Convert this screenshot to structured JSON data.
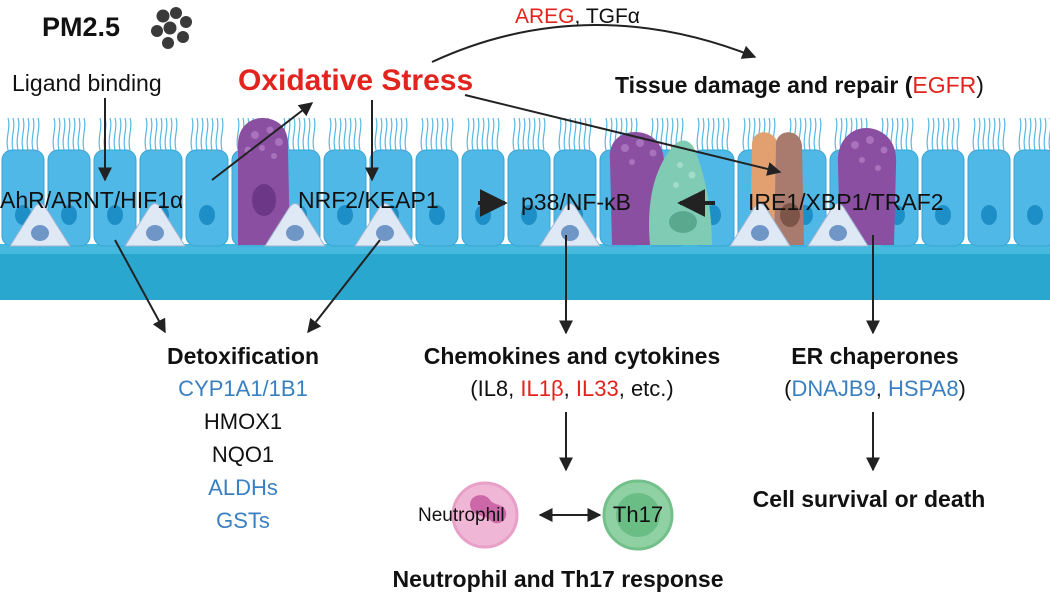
{
  "pm25": {
    "label": "PM2.5",
    "particles_icon": "particle-cluster-icon"
  },
  "ligand_binding": "Ligand binding",
  "oxidative_stress": "Oxidative Stress",
  "areg_tgfa": {
    "areg": "AREG",
    "sep": ", ",
    "tgfa": "TGFα"
  },
  "tissue_damage": {
    "text": "Tissue damage and repair (",
    "egfr": "EGFR",
    "close": ")"
  },
  "pathways": {
    "ahr": "AhR/ARNT/HIF1α",
    "nrf2": "NRF2/KEAP1",
    "p38": "p38/NF-κB",
    "ire1": "IRE1/XBP1/TRAF2"
  },
  "detox": {
    "title": "Detoxification",
    "genes": [
      {
        "name": "CYP1A1/1B1",
        "color": "#3a7fc0"
      },
      {
        "name": "HMOX1",
        "color": "#111111"
      },
      {
        "name": "NQO1",
        "color": "#111111"
      },
      {
        "name": "ALDHs",
        "color": "#3a7fc0"
      },
      {
        "name": "GSTs",
        "color": "#3a7fc0"
      }
    ]
  },
  "chemokines": {
    "title": "Chemokines and cytokines",
    "open": "(",
    "il8": "IL8",
    "sep1": ", ",
    "il1b": "IL1β",
    "sep2": ", ",
    "il33": "IL33",
    "etc": ", etc.)"
  },
  "er": {
    "title": "ER chaperones",
    "open": "(",
    "dnajb9": "DNAJB9",
    "sep": ", ",
    "hspa8": "HSPA8",
    "close": ")"
  },
  "cell_survival": "Cell survival or death",
  "neutrophil": "Neutrophil",
  "th17": "Th17",
  "immune_response": "Neutrophil and Th17 response",
  "colors": {
    "red": "#e3231d",
    "blue": "#3a7fc0",
    "epithelium": "#4fb8e6",
    "basement": "#2aa7cf",
    "goblet": "#8a4fa0",
    "club": "#7fcbb3"
  }
}
